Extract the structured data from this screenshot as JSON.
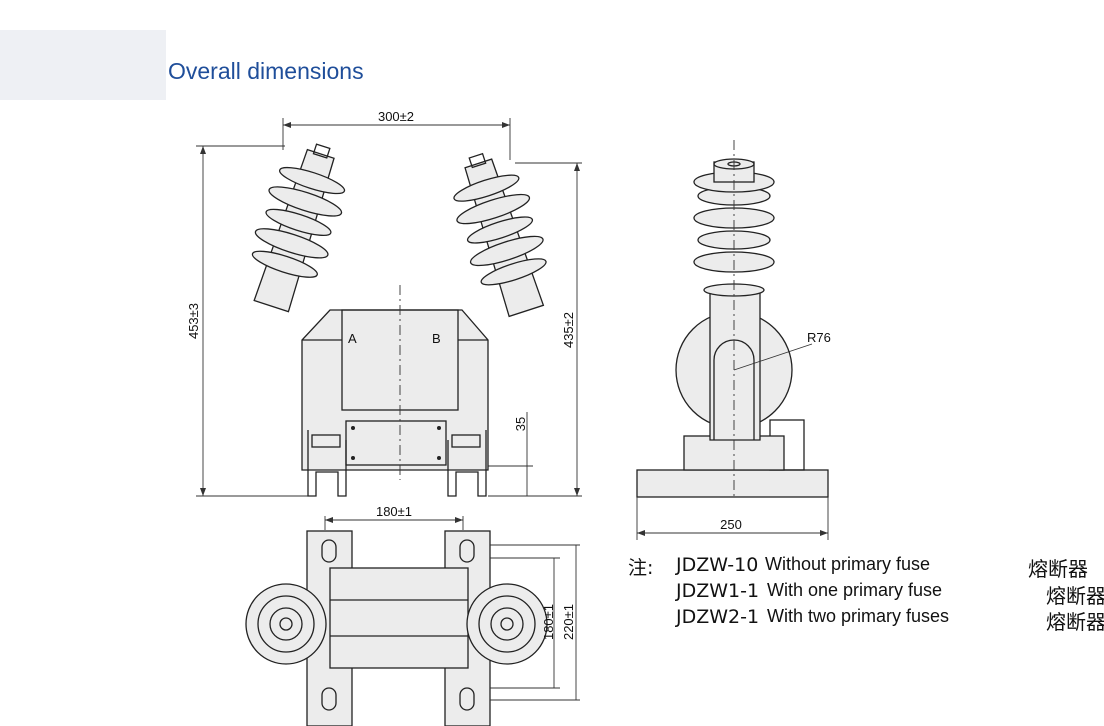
{
  "title": "Overall dimensions",
  "front_view": {
    "width_top": "300±2",
    "height_left": "453±3",
    "height_right": "435±2",
    "base_height": "35",
    "terminal_a": "A",
    "terminal_b": "B"
  },
  "side_view": {
    "radius": "R76",
    "base_width": "250"
  },
  "top_view": {
    "width_top": "180±1",
    "depth_inner": "180±1",
    "depth_outer": "220±1"
  },
  "notes": {
    "prefix": "注:",
    "items": [
      {
        "model": "JDZW-10",
        "description": "Without primary fuse",
        "suffix": "熔断器"
      },
      {
        "model": "JDZW1-1",
        "description": "With one primary fuse",
        "suffix": "熔断器"
      },
      {
        "model": "JDZW2-1",
        "description": "With two primary fuses",
        "suffix": "熔断器"
      }
    ]
  }
}
